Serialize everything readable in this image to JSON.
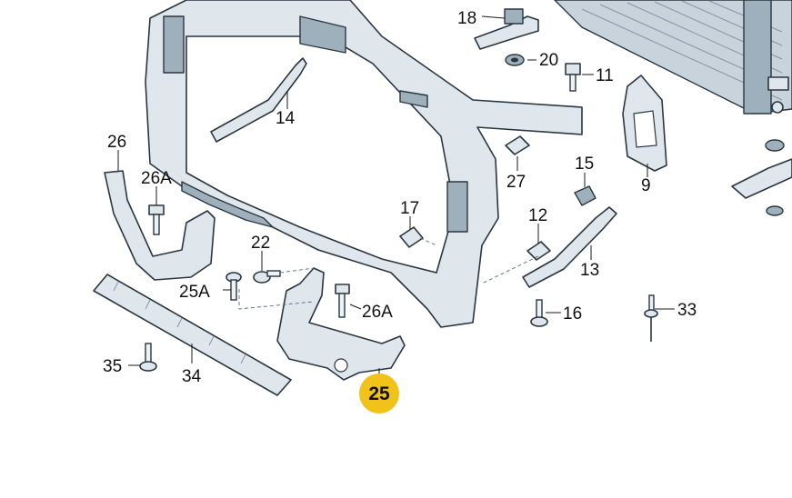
{
  "diagram": {
    "highlighted_callout": "25",
    "callouts": [
      {
        "id": "c18",
        "label": "18"
      },
      {
        "id": "c20",
        "label": "20"
      },
      {
        "id": "c11",
        "label": "11"
      },
      {
        "id": "c14",
        "label": "14"
      },
      {
        "id": "c9",
        "label": "9"
      },
      {
        "id": "c26",
        "label": "26"
      },
      {
        "id": "c26a-top",
        "label": "26A"
      },
      {
        "id": "c27",
        "label": "27"
      },
      {
        "id": "c15",
        "label": "15"
      },
      {
        "id": "c17",
        "label": "17"
      },
      {
        "id": "c12",
        "label": "12"
      },
      {
        "id": "c22",
        "label": "22"
      },
      {
        "id": "c13",
        "label": "13"
      },
      {
        "id": "c25a",
        "label": "25A"
      },
      {
        "id": "c26a-bottom",
        "label": "26A"
      },
      {
        "id": "c16",
        "label": "16"
      },
      {
        "id": "c33",
        "label": "33"
      },
      {
        "id": "c35",
        "label": "35"
      },
      {
        "id": "c34",
        "label": "34"
      },
      {
        "id": "c25",
        "label": "25"
      }
    ],
    "colors": {
      "part_fill": "#dfe6ec",
      "part_stroke": "#2a3640",
      "highlight": "#f0c21a"
    }
  }
}
